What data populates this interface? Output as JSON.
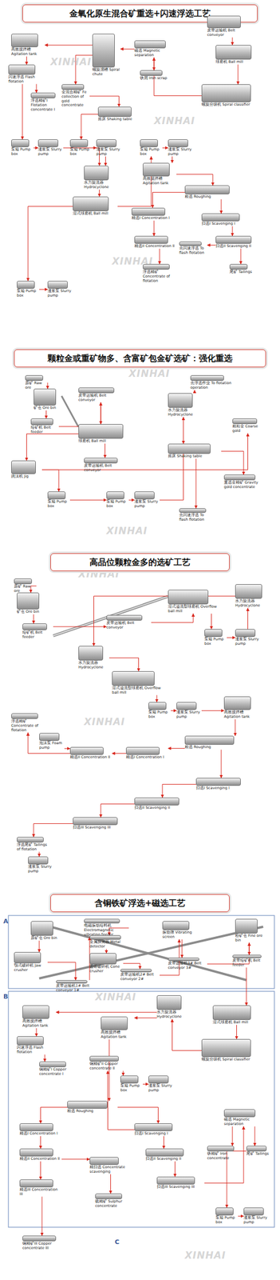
{
  "diagram": {
    "nodes": [
      {
        "text": [
          "金氧化原生混合矿重选+闪速浮选工艺"
        ]
      },
      {
        "text": [
          "皮带运输机 Belt conveyor"
        ]
      },
      {
        "text": [
          "球磨机 Ball mill"
        ]
      },
      {
        "text": [
          "螺旋分级机 Spiral classifier"
        ]
      },
      {
        "text": [
          "磁选 Magnetic separation"
        ]
      },
      {
        "text": [
          "铁屑 Iron scrap"
        ]
      },
      {
        "text": [
          "螺旋溜槽 Spiral chute"
        ]
      },
      {
        "text": [
          "金混合精矿 Fe collection of gold concentrate"
        ]
      },
      {
        "text": [
          "摇床 Shaking table"
        ]
      },
      {
        "text": [
          "泵箱 Pump box"
        ]
      },
      {
        "text": [
          "渣浆泵 Slurry pump"
        ]
      },
      {
        "text": [
          "泵箱 Pump box"
        ]
      },
      {
        "text": [
          "渣浆泵 Slurry pump"
        ]
      },
      {
        "text": [
          "高效搅拌槽 Agitation tank"
        ]
      },
      {
        "text": [
          "闪速浮选 Flash flotation"
        ]
      },
      {
        "text": [
          "浮选精矿I Flotation concentrate I"
        ]
      },
      {
        "text": [
          "泵箱 Pump box"
        ]
      },
      {
        "text": [
          "渣浆泵 Slurry pump"
        ]
      },
      {
        "text": [
          "水力旋流器 Hydrocyclone"
        ]
      },
      {
        "text": [
          "湿式球磨机 Ball mill"
        ]
      },
      {
        "text": [
          "高效搅拌槽 Agitation tank"
        ]
      },
      {
        "text": [
          "粗选 Roughing"
        ]
      },
      {
        "text": [
          "精选I Concentration I"
        ]
      },
      {
        "text": [
          "扫选I Scavenging I"
        ]
      },
      {
        "text": [
          "精选II Concentration II"
        ]
      },
      {
        "text": [
          "去闪速浮选 To flash flotation"
        ]
      },
      {
        "text": [
          "扫选II Scavenging II"
        ]
      },
      {
        "text": [
          "浮选精矿 Concentrate of flotation"
        ]
      },
      {
        "text": [
          "尾矿 Tailings"
        ]
      },
      {
        "text": [
          "泵箱 Pump box"
        ]
      },
      {
        "text": [
          "渣浆泵 Slurry pump"
        ]
      },
      {
        "text": [
          "颗粒金或重矿物多、含富矿包金矿选矿：强化重选"
        ]
      },
      {
        "text": [
          "原矿 Raw ore"
        ]
      },
      {
        "text": [
          "矿仓 Ore bin"
        ]
      },
      {
        "text": [
          "皮带运输机 Belt conveyor"
        ]
      },
      {
        "text": [
          "给矿机 Belt feeder"
        ]
      },
      {
        "text": [
          "球磨机 Ball mill"
        ]
      },
      {
        "text": [
          "皮带运输机 Belt conveyor"
        ]
      },
      {
        "text": [
          "跳汰机 Jig"
        ]
      },
      {
        "text": [
          "泵箱 Pump box"
        ]
      },
      {
        "text": [
          "泵箱 Pump box"
        ]
      },
      {
        "text": [
          "渣浆泵 Slurry pump"
        ]
      },
      {
        "text": [
          "去浮选作业 To flotation operation"
        ]
      },
      {
        "text": [
          "水力旋流器 Hydrocyclone"
        ]
      },
      {
        "text": [
          "粗粒金 Coarse gold"
        ]
      },
      {
        "text": [
          "摇床 Shaking table"
        ]
      },
      {
        "text": [
          "重选金精矿 Gravity gold concentrate"
        ]
      },
      {
        "text": [
          "去闪速浮选 To flash flotation"
        ]
      },
      {
        "text": [
          "高品位颗粒金多的选矿工艺"
        ]
      },
      {
        "text": [
          "原矿 Raw ore"
        ]
      },
      {
        "text": [
          "矿仓 Ore bin"
        ]
      },
      {
        "text": [
          "给矿机 Belt feeder"
        ]
      },
      {
        "text": [
          "皮带运输机 Belt conveyor"
        ]
      },
      {
        "text": [
          "湿式溢流型球磨机 Overflow ball mill"
        ]
      },
      {
        "text": [
          "水力旋流器 Hydrocyclone"
        ]
      },
      {
        "text": [
          "泵箱 Pump box"
        ]
      },
      {
        "text": [
          "渣浆泵 Slurry pump"
        ]
      },
      {
        "text": [
          "水力旋流器 Hydrocyclone"
        ]
      },
      {
        "text": [
          "湿式溢流型球磨机 Overflow ball mill"
        ]
      },
      {
        "text": [
          "泵箱 Pump box"
        ]
      },
      {
        "text": [
          "渣浆泵 Slurry pump"
        ]
      },
      {
        "text": [
          "高效搅拌槽 Agitation tank"
        ]
      },
      {
        "text": [
          "浮选精矿 Concentrate of flotation"
        ]
      },
      {
        "text": [
          "泡沫泵 Foam pump"
        ]
      },
      {
        "text": [
          "精选II Concentration II"
        ]
      },
      {
        "text": [
          "精选I Concentration I"
        ]
      },
      {
        "text": [
          "粗选 Roughing"
        ]
      },
      {
        "text": [
          "扫选I Scavenging I"
        ]
      },
      {
        "text": [
          "扫选II Scavenging II"
        ]
      },
      {
        "text": [
          "扫选III Scavenging III"
        ]
      },
      {
        "text": [
          "浮选尾矿 Tailings of flotation"
        ]
      },
      {
        "text": [
          "渣浆泵 Slurry pump"
        ]
      },
      {
        "text": [
          "含铜铁矿浮选+磁选工艺"
        ]
      },
      {
        "text": [
          "原矿仓 Ore bin"
        ]
      },
      {
        "text": [
          "颚式破碎机 Jaw crusher"
        ]
      },
      {
        "text": [
          "电磁振动给料机 Electromagnetic vibrating feeder"
        ]
      },
      {
        "text": [
          "金属探测器 Metal detector"
        ]
      },
      {
        "text": [
          "圆锥破碎机 Cone crusher"
        ]
      },
      {
        "text": [
          "皮带运输机1# Belt conveyor 1#"
        ]
      },
      {
        "text": [
          "皮带运输机2# Belt conveyor 2#"
        ]
      },
      {
        "text": [
          "振动筛 Vibrating screen"
        ]
      },
      {
        "text": [
          "皮带运输机3# Belt conveyor 3#"
        ]
      },
      {
        "text": [
          "粉矿仓 Fine ore bin"
        ]
      },
      {
        "text": [
          "皮带给矿机 Belt feeder"
        ]
      },
      {
        "text": [
          "水力旋流器 Hydrocyclone"
        ]
      },
      {
        "text": [
          "湿式球磨机 Ball mill"
        ]
      },
      {
        "text": [
          "螺旋分级机 Spiral classifier"
        ]
      },
      {
        "text": [
          "高效搅拌槽 Agitation tank"
        ]
      },
      {
        "text": [
          "闪速浮选 Flash flotation"
        ]
      },
      {
        "text": [
          "铜精矿I Copper concentrate I"
        ]
      },
      {
        "text": [
          "高效搅拌槽 Agitation tank"
        ]
      },
      {
        "text": [
          "铜精矿II Copper concentrate II"
        ]
      },
      {
        "text": [
          "泵箱 Pump box"
        ]
      },
      {
        "text": [
          "渣浆泵 Slurry pump"
        ]
      },
      {
        "text": [
          "粗选 Roughing"
        ]
      },
      {
        "text": [
          "精选I Concentration I"
        ]
      },
      {
        "text": [
          "扫选I Scavenging I"
        ]
      },
      {
        "text": [
          "精选II Concentration II"
        ]
      },
      {
        "text": [
          "扫选II Scavenging II"
        ]
      },
      {
        "text": [
          "精扫选 Concentrate scavenging"
        ]
      },
      {
        "text": [
          "扫选III Scavenging III"
        ]
      },
      {
        "text": [
          "精选III Concentration III"
        ]
      },
      {
        "text": [
          "硫精矿 Sulphur concentrate"
        ]
      },
      {
        "text": [
          "磁选 Magnetic separation"
        ]
      },
      {
        "text": [
          "铁精矿 Iron concentrate"
        ]
      },
      {
        "text": [
          "尾矿 Tailings"
        ]
      },
      {
        "text": [
          "泵箱 Pump box"
        ]
      },
      {
        "text": [
          "渣浆泵 Slurry pump"
        ]
      },
      {
        "text": [
          "铜精矿III Copper concentrate III"
        ]
      }
    ],
    "edges": [
      {
        "from": 1,
        "to": 2,
        "arrow": "to"
      },
      {
        "from": 2,
        "to": 3,
        "arrow": "to"
      },
      {
        "from": 3,
        "to": 4,
        "arrow": "to"
      },
      {
        "from": 4,
        "to": 5,
        "arrow": "to"
      },
      {
        "from": 4,
        "to": 6,
        "arrow": "to"
      },
      {
        "from": 6,
        "to": 7,
        "arrow": "to"
      },
      {
        "from": 7,
        "to": 8,
        "arrow": "to"
      },
      {
        "from": 8,
        "to": 9,
        "arrow": "to"
      },
      {
        "from": 9,
        "to": 10,
        "arrow": "to"
      },
      {
        "from": 10,
        "to": 18,
        "arrow": "to"
      },
      {
        "from": 6,
        "to": 13,
        "arrow": "to"
      },
      {
        "from": 13,
        "to": 14,
        "arrow": "to"
      },
      {
        "from": 14,
        "to": 15,
        "arrow": "to"
      },
      {
        "from": 14,
        "to": 16,
        "arrow": "to"
      },
      {
        "from": 16,
        "to": 17,
        "arrow": "to"
      },
      {
        "from": 17,
        "to": 18,
        "arrow": "to"
      },
      {
        "from": 18,
        "to": 19,
        "arrow": "to"
      },
      {
        "from": 19,
        "to": 11,
        "arrow": "to"
      },
      {
        "from": 11,
        "to": 12,
        "arrow": "to"
      },
      {
        "from": 12,
        "to": 20,
        "arrow": "to"
      },
      {
        "from": 20,
        "to": 21,
        "arrow": "to"
      },
      {
        "from": 21,
        "to": 22,
        "arrow": "to"
      },
      {
        "from": 21,
        "to": 23,
        "arrow": "to"
      },
      {
        "from": 22,
        "to": 24,
        "arrow": "to"
      },
      {
        "from": 23,
        "to": 26,
        "arrow": "to"
      },
      {
        "from": 24,
        "to": 27,
        "arrow": "to"
      },
      {
        "from": 26,
        "to": 28,
        "arrow": "to"
      },
      {
        "from": 26,
        "to": 25,
        "arrow": "to"
      },
      {
        "from": 19,
        "to": 29,
        "arrow": "to"
      },
      {
        "from": 29,
        "to": 30,
        "arrow": "to"
      },
      {
        "from": 32,
        "to": 33,
        "arrow": "to"
      },
      {
        "from": 33,
        "to": 35,
        "arrow": "to"
      },
      {
        "from": 35,
        "to": 34,
        "arrow": "to"
      },
      {
        "from": 34,
        "to": 36,
        "arrow": "to"
      },
      {
        "from": 36,
        "to": 37,
        "arrow": "to"
      },
      {
        "from": 36,
        "to": 38,
        "arrow": "to"
      },
      {
        "from": 38,
        "to": 44,
        "arrow": "to"
      },
      {
        "from": 38,
        "to": 39,
        "arrow": "to"
      },
      {
        "from": 39,
        "to": 40,
        "arrow": "to"
      },
      {
        "from": 40,
        "to": 41,
        "arrow": "to"
      },
      {
        "from": 41,
        "to": 43,
        "arrow": "to"
      },
      {
        "from": 43,
        "to": 42,
        "arrow": "to"
      },
      {
        "from": 43,
        "to": 45,
        "arrow": "to"
      },
      {
        "from": 45,
        "to": 46,
        "arrow": "to"
      },
      {
        "from": 45,
        "to": 47,
        "arrow": "to"
      },
      {
        "from": 49,
        "to": 50,
        "arrow": "to"
      },
      {
        "from": 50,
        "to": 51,
        "arrow": "to"
      },
      {
        "from": 51,
        "to": 52,
        "arrow": "to"
      },
      {
        "from": 52,
        "to": 53,
        "arrow": "to"
      },
      {
        "from": 53,
        "to": 55,
        "arrow": "to"
      },
      {
        "from": 55,
        "to": 56,
        "arrow": "to"
      },
      {
        "from": 56,
        "to": 54,
        "arrow": "to"
      },
      {
        "from": 54,
        "to": 57,
        "arrow": "to"
      },
      {
        "from": 57,
        "to": 58,
        "arrow": "to"
      },
      {
        "from": 58,
        "to": 59,
        "arrow": "to"
      },
      {
        "from": 59,
        "to": 60,
        "arrow": "to"
      },
      {
        "from": 60,
        "to": 61,
        "arrow": "to"
      },
      {
        "from": 61,
        "to": 66,
        "arrow": "to"
      },
      {
        "from": 66,
        "to": 65,
        "arrow": "to"
      },
      {
        "from": 65,
        "to": 64,
        "arrow": "to"
      },
      {
        "from": 64,
        "to": 62,
        "arrow": "to"
      },
      {
        "from": 63,
        "to": 64,
        "arrow": "to"
      },
      {
        "from": 66,
        "to": 67,
        "arrow": "to"
      },
      {
        "from": 67,
        "to": 68,
        "arrow": "to"
      },
      {
        "from": 68,
        "to": 69,
        "arrow": "to"
      },
      {
        "from": 69,
        "to": 70,
        "arrow": "to"
      },
      {
        "from": 70,
        "to": 71,
        "arrow": "to"
      },
      {
        "from": 73,
        "to": 74,
        "arrow": "to"
      },
      {
        "from": 74,
        "to": 78,
        "arrow": "to"
      },
      {
        "from": 78,
        "to": 75,
        "arrow": "to"
      },
      {
        "from": 75,
        "to": 76,
        "arrow": "to"
      },
      {
        "from": 76,
        "to": 77,
        "arrow": "to"
      },
      {
        "from": 77,
        "to": 79,
        "arrow": "to"
      },
      {
        "from": 79,
        "to": 80,
        "arrow": "to"
      },
      {
        "from": 80,
        "to": 81,
        "arrow": "to"
      },
      {
        "from": 81,
        "to": 82,
        "arrow": "to"
      },
      {
        "from": 82,
        "to": 83,
        "arrow": "to"
      },
      {
        "from": 83,
        "to": 85,
        "arrow": "to"
      },
      {
        "from": 85,
        "to": 86,
        "arrow": "to"
      },
      {
        "from": 86,
        "to": 84,
        "arrow": "to"
      },
      {
        "from": 84,
        "to": 87,
        "arrow": "to"
      },
      {
        "from": 87,
        "to": 88,
        "arrow": "to"
      },
      {
        "from": 88,
        "to": 89,
        "arrow": "to"
      },
      {
        "from": 84,
        "to": 90,
        "arrow": "to"
      },
      {
        "from": 90,
        "to": 94,
        "arrow": "to"
      },
      {
        "from": 94,
        "to": 95,
        "arrow": "to"
      },
      {
        "from": 94,
        "to": 96,
        "arrow": "to"
      },
      {
        "from": 95,
        "to": 97,
        "arrow": "to"
      },
      {
        "from": 97,
        "to": 101,
        "arrow": "to"
      },
      {
        "from": 101,
        "to": 108,
        "arrow": "to"
      },
      {
        "from": 96,
        "to": 98,
        "arrow": "to"
      },
      {
        "from": 98,
        "to": 100,
        "arrow": "to"
      },
      {
        "from": 97,
        "to": 99,
        "arrow": "to"
      },
      {
        "from": 99,
        "to": 102,
        "arrow": "to"
      },
      {
        "from": 100,
        "to": 103,
        "arrow": "to"
      },
      {
        "from": 103,
        "to": 104,
        "arrow": "to"
      },
      {
        "from": 103,
        "to": 105,
        "arrow": "to"
      },
      {
        "from": 105,
        "to": 106,
        "arrow": "to"
      },
      {
        "from": 106,
        "to": 107,
        "arrow": "to"
      },
      {
        "from": 96,
        "to": 91,
        "arrow": "to"
      },
      {
        "from": 91,
        "to": 92,
        "arrow": "to"
      },
      {
        "from": 92,
        "to": 93,
        "arrow": "to"
      }
    ],
    "labels": [
      "XINHAI",
      "XINHAI",
      "XINHAI",
      "XINHAI",
      "XINHAI",
      "XINHAI",
      "XINHAI",
      "A",
      "B",
      "XINHAI",
      "C",
      "XINHAI"
    ]
  }
}
